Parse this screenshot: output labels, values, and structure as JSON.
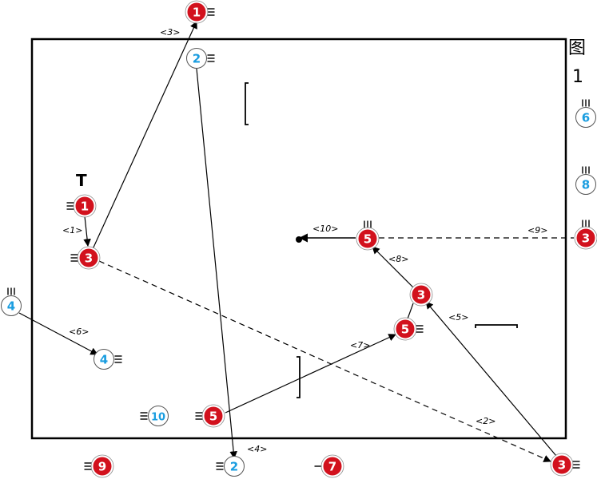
{
  "figure": {
    "label_top": "图",
    "label_bottom": "1"
  },
  "colors": {
    "offense": "#d2111d",
    "defense": "#1a9de0",
    "line": "#000000"
  },
  "players": [
    {
      "id": "o1a",
      "team": "offense",
      "number": "1"
    },
    {
      "id": "d2a",
      "team": "defense",
      "number": "2"
    },
    {
      "id": "o1b",
      "team": "offense",
      "number": "1"
    },
    {
      "id": "o3a",
      "team": "offense",
      "number": "3"
    },
    {
      "id": "d4a",
      "team": "defense",
      "number": "4"
    },
    {
      "id": "d4b",
      "team": "defense",
      "number": "4"
    },
    {
      "id": "d10",
      "team": "defense",
      "number": "10"
    },
    {
      "id": "o5a",
      "team": "offense",
      "number": "5"
    },
    {
      "id": "o5b",
      "team": "offense",
      "number": "5"
    },
    {
      "id": "o3b",
      "team": "offense",
      "number": "3"
    },
    {
      "id": "o5c",
      "team": "offense",
      "number": "5"
    },
    {
      "id": "o3c",
      "team": "offense",
      "number": "3"
    },
    {
      "id": "d6",
      "team": "defense",
      "number": "6"
    },
    {
      "id": "d8",
      "team": "defense",
      "number": "8"
    },
    {
      "id": "o3d",
      "team": "offense",
      "number": "3"
    },
    {
      "id": "o9",
      "team": "offense",
      "number": "9"
    },
    {
      "id": "d2b",
      "team": "defense",
      "number": "2"
    },
    {
      "id": "o7",
      "team": "offense",
      "number": "7"
    }
  ],
  "movements": [
    {
      "label": "<1>",
      "style": "solid"
    },
    {
      "label": "<2>",
      "style": "dashed"
    },
    {
      "label": "<3>",
      "style": "solid"
    },
    {
      "label": "<4>",
      "style": "solid"
    },
    {
      "label": "<5>",
      "style": "solid"
    },
    {
      "label": "<6>",
      "style": "solid"
    },
    {
      "label": "<7>",
      "style": "solid"
    },
    {
      "label": "<8>",
      "style": "solid"
    },
    {
      "label": "<9>",
      "style": "dashed"
    },
    {
      "label": "<10>",
      "style": "solid"
    }
  ],
  "marker": "T"
}
